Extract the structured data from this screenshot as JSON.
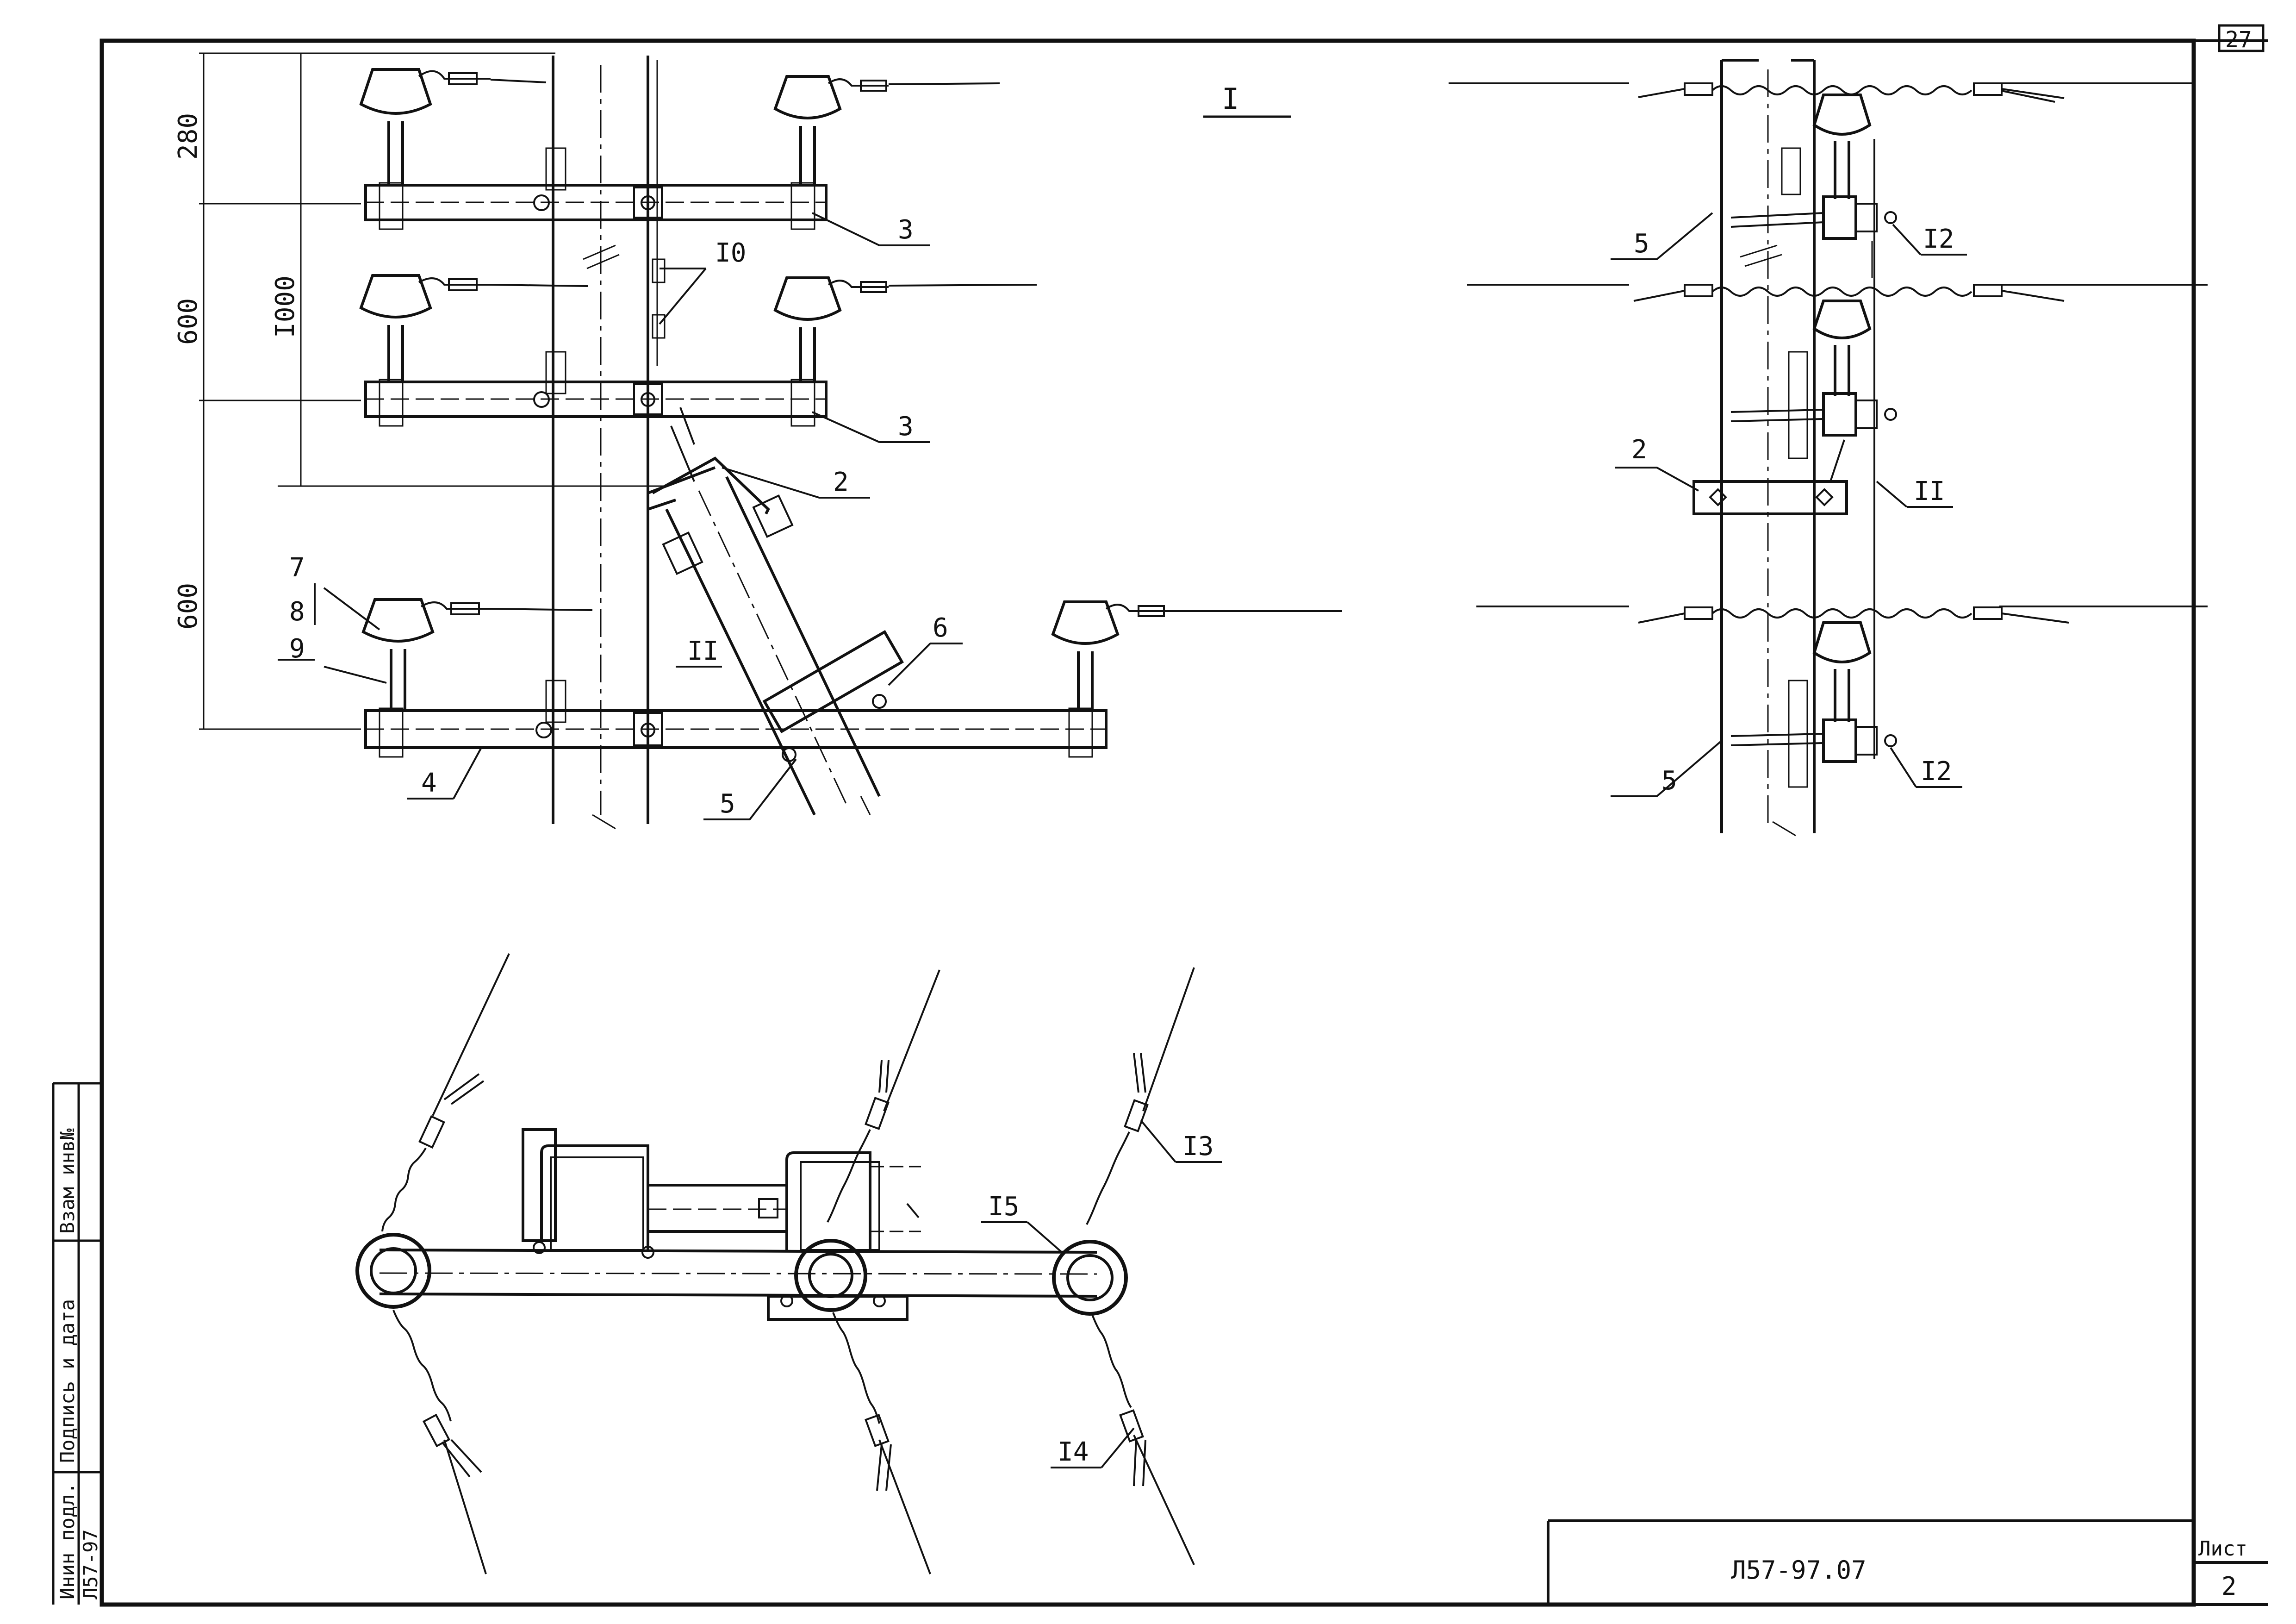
{
  "colors": {
    "ink": "#111111",
    "paper": "#ffffff"
  },
  "sheet": {
    "corner_number": "27",
    "view_label": "I"
  },
  "dimensions": {
    "d280": "280",
    "d600a": "600",
    "d600b": "600",
    "d1000": "I000"
  },
  "callouts": {
    "c2": "2",
    "c3": "3",
    "c4": "4",
    "c5": "5",
    "c6": "6",
    "c7": "7",
    "c8": "8",
    "c9": "9",
    "c10": "I0",
    "c11": "II",
    "c12": "I2",
    "c13": "I3",
    "c14": "I4",
    "c15": "I5"
  },
  "side_stamp": {
    "inv_no": "Инин подл.",
    "sign_date": "Подпись и дата",
    "replace_inv": "Взам инв№",
    "code": "Л57-97"
  },
  "title_block": {
    "document_code": "Л57-97.07",
    "sheet_label": "Лист",
    "sheet_number": "2"
  }
}
